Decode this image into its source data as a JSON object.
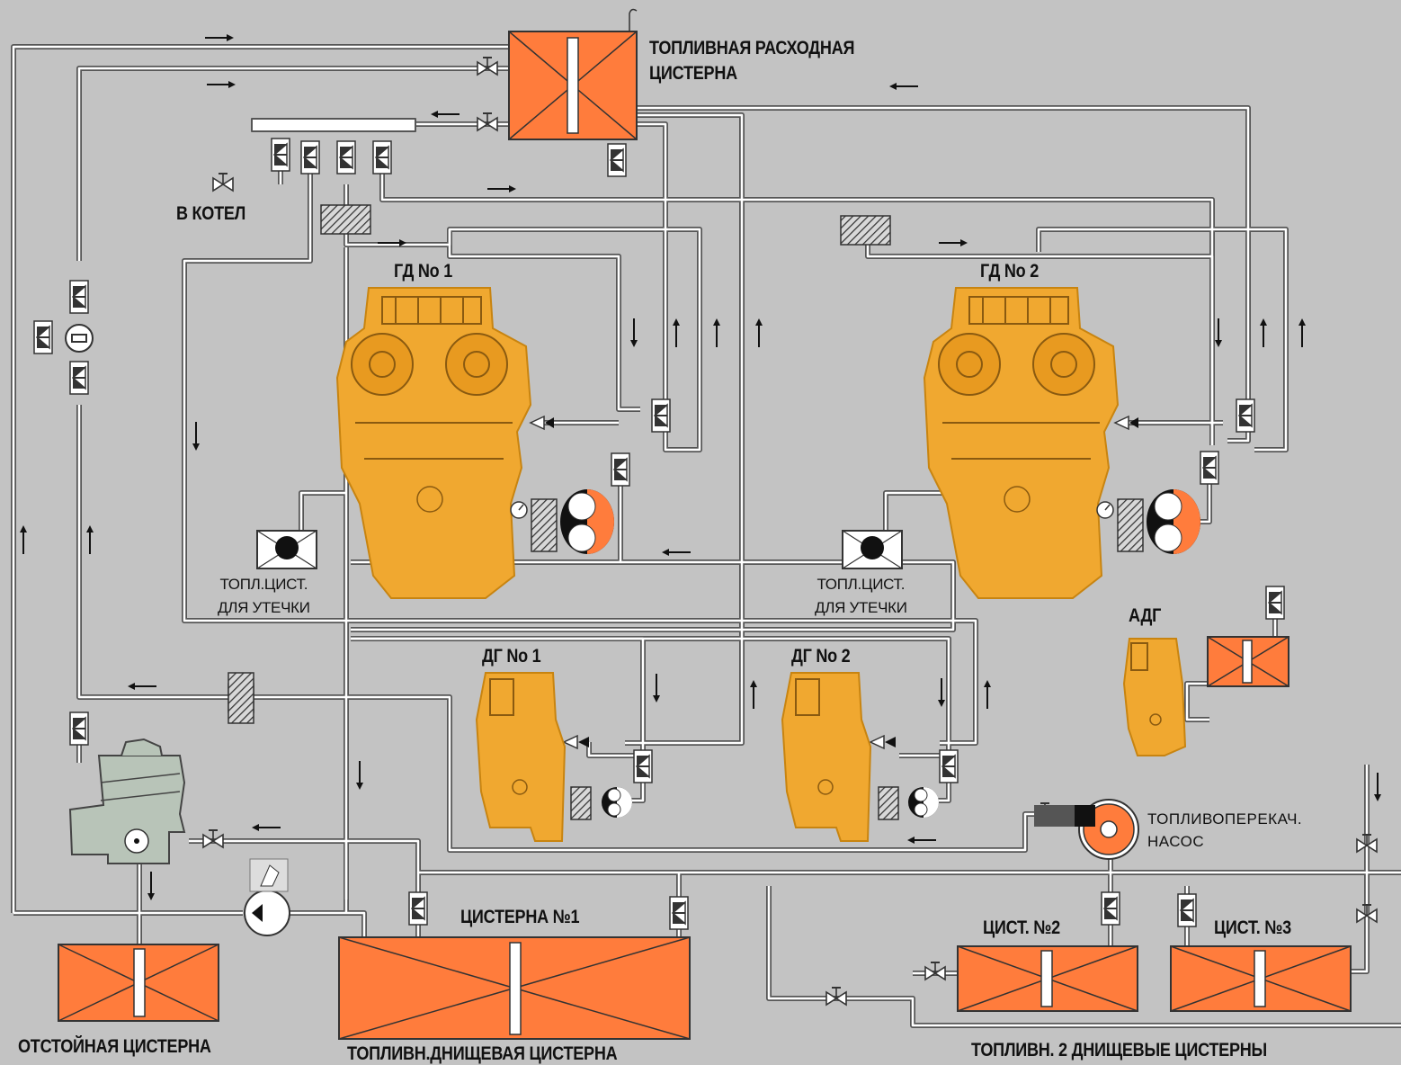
{
  "diagram": {
    "title": "",
    "labels": {
      "service_tank": "ТОПЛИВНАЯ РАСХОДНАЯ\nЦИСТЕРНА",
      "to_boiler": "В КОТЕЛ",
      "main_engine_1": "ГД No 1",
      "main_engine_2": "ГД No 2",
      "leak_tank_1": "ТОПЛ.ЦИСТ.\nДЛЯ УТЕЧКИ",
      "leak_tank_2": "ТОПЛ.ЦИСТ.\nДЛЯ УТЕЧКИ",
      "gen_1": "ДГ No 1",
      "gen_2": "ДГ No 2",
      "emergency_gen": "АДГ",
      "transfer_pump": "ТОПЛИВОПЕРЕКАЧ.\nНАСОС",
      "tank_1": "ЦИСТЕРНА №1",
      "tank_2": "ЦИСТ. №2",
      "tank_3": "ЦИСТ. №3",
      "settling_tank": "ОТСТОЙНАЯ ЦИСТЕРНА",
      "bottom_tank": "ТОПЛИВН.ДНИЩЕВАЯ ЦИСТЕРНА",
      "bottom_tanks_2": "ТОПЛИВН. 2 ДНИЩЕВЫЕ ЦИСТЕРНЫ"
    },
    "colors": {
      "background": "#c3c3c3",
      "tank": "#ff7c3c",
      "engine": "#f0a830",
      "pipe": "#5a5a5a",
      "pipe_fill": "#ffffff",
      "separator": "#b8c4b8"
    }
  }
}
